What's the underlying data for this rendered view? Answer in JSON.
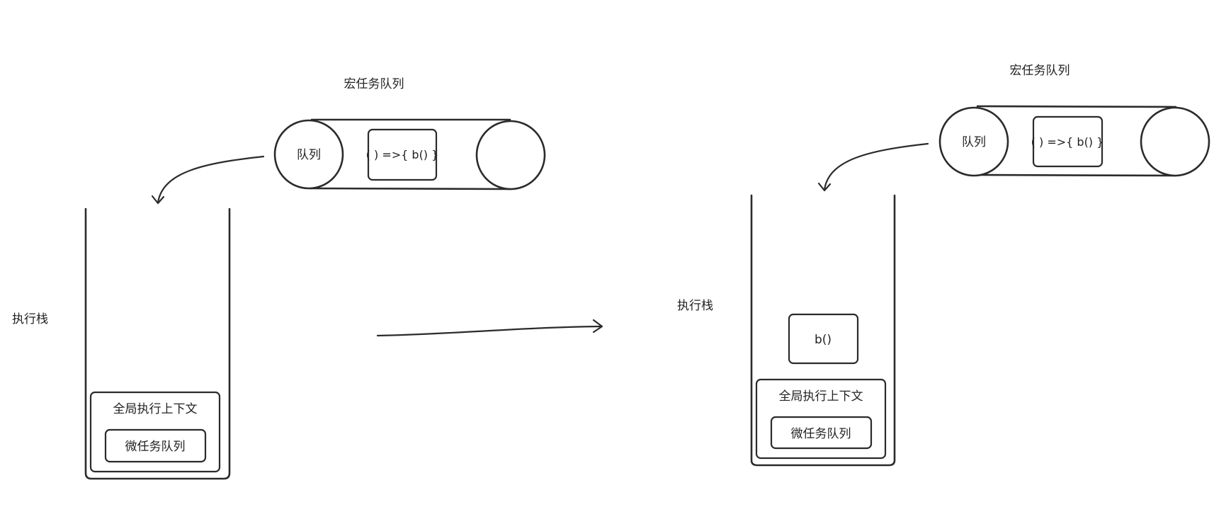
{
  "left": {
    "macro_queue_title": "宏任务队列",
    "queue_head": "队列",
    "queue_item": "( ) =>{  b() }",
    "stack_label": "执行栈",
    "global_context": "全局执行上下文",
    "micro_queue": "微任务队列"
  },
  "right": {
    "macro_queue_title": "宏任务队列",
    "queue_head": "队列",
    "queue_item": "( ) =>{  b() }",
    "stack_label": "执行栈",
    "stack_frame": "b()",
    "global_context": "全局执行上下文",
    "micro_queue": "微任务队列"
  },
  "colors": {
    "stroke": "#2b2b2b",
    "text": "#222222",
    "background": "#ffffff"
  }
}
